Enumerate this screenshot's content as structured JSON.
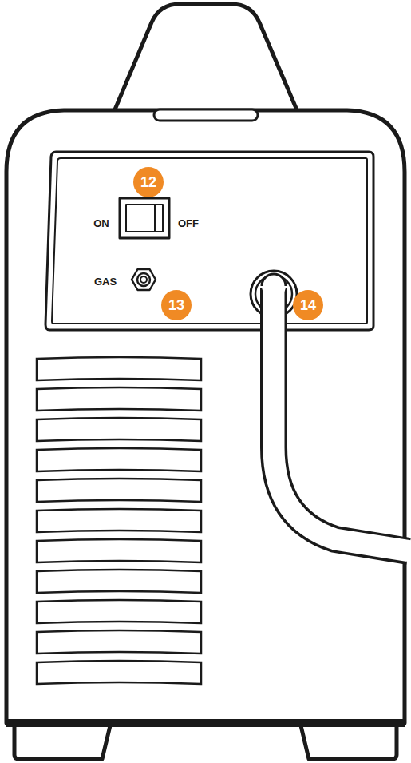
{
  "diagram": {
    "labels": [
      "12",
      "ON",
      "OFF",
      "GAS",
      "13",
      "14"
    ]
  }
}
